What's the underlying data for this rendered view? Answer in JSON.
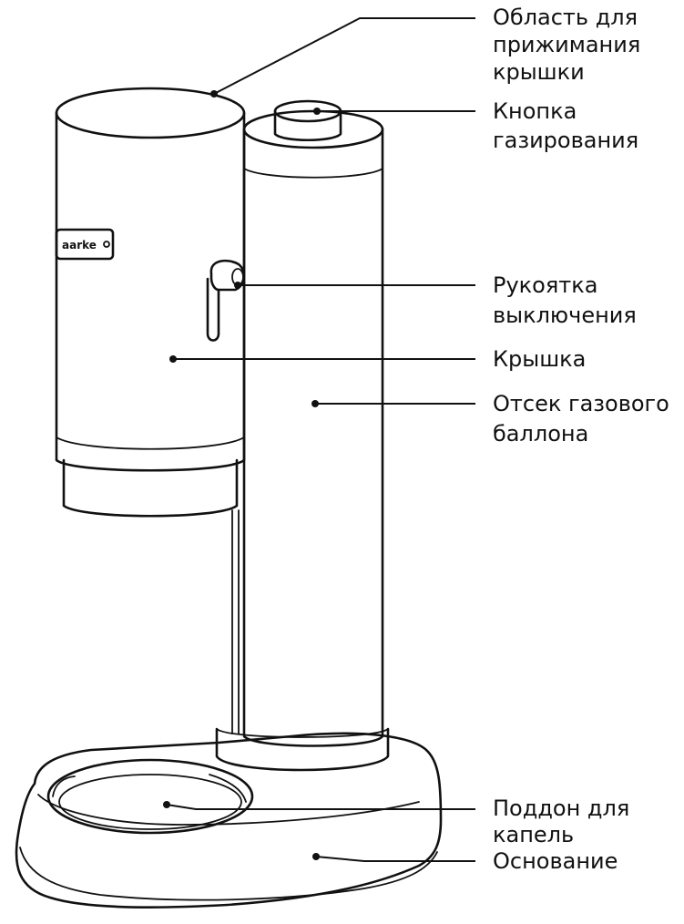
{
  "brand_label": "aarke",
  "callouts": [
    {
      "id": "lid-press-area",
      "lines": [
        "Область для",
        "прижимания",
        "крышки"
      ]
    },
    {
      "id": "carbonation-button",
      "lines": [
        "Кнопка",
        "газирования"
      ]
    },
    {
      "id": "release-handle",
      "lines": [
        "Рукоятка",
        "выключения"
      ]
    },
    {
      "id": "lid",
      "lines": [
        "Крышка"
      ]
    },
    {
      "id": "gas-cylinder-compartment",
      "lines": [
        "Отсек газового",
        "баллона"
      ]
    },
    {
      "id": "drip-tray",
      "lines": [
        "Поддон для",
        "капель"
      ]
    },
    {
      "id": "base",
      "lines": [
        "Основание"
      ]
    }
  ]
}
